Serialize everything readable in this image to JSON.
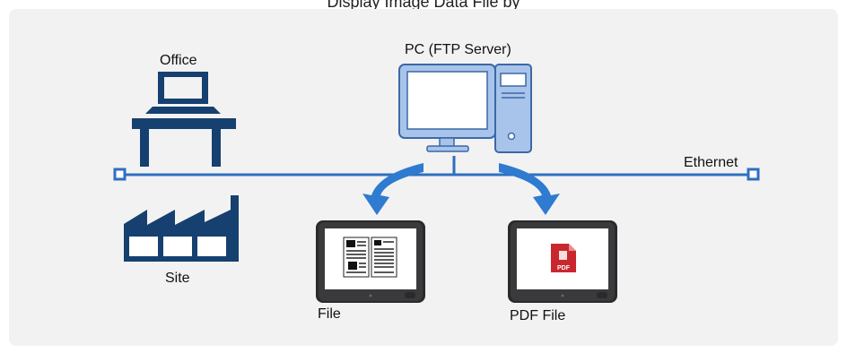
{
  "header_text": "Display Image Data File by",
  "labels": {
    "office": "Office",
    "pc": "PC (FTP Server)",
    "ethernet": "Ethernet",
    "site": "Site",
    "file": "File",
    "pdf_file": "PDF File",
    "pdf_badge": "PDF"
  },
  "colors": {
    "navy": "#16406f",
    "line": "#2f6fc0",
    "arrow": "#2e7bd0",
    "pc_face": "#a9c4ea",
    "pc_stroke": "#3b68a8",
    "panel_bg": "#f2f2f2",
    "pdf_red": "#c8282d"
  }
}
